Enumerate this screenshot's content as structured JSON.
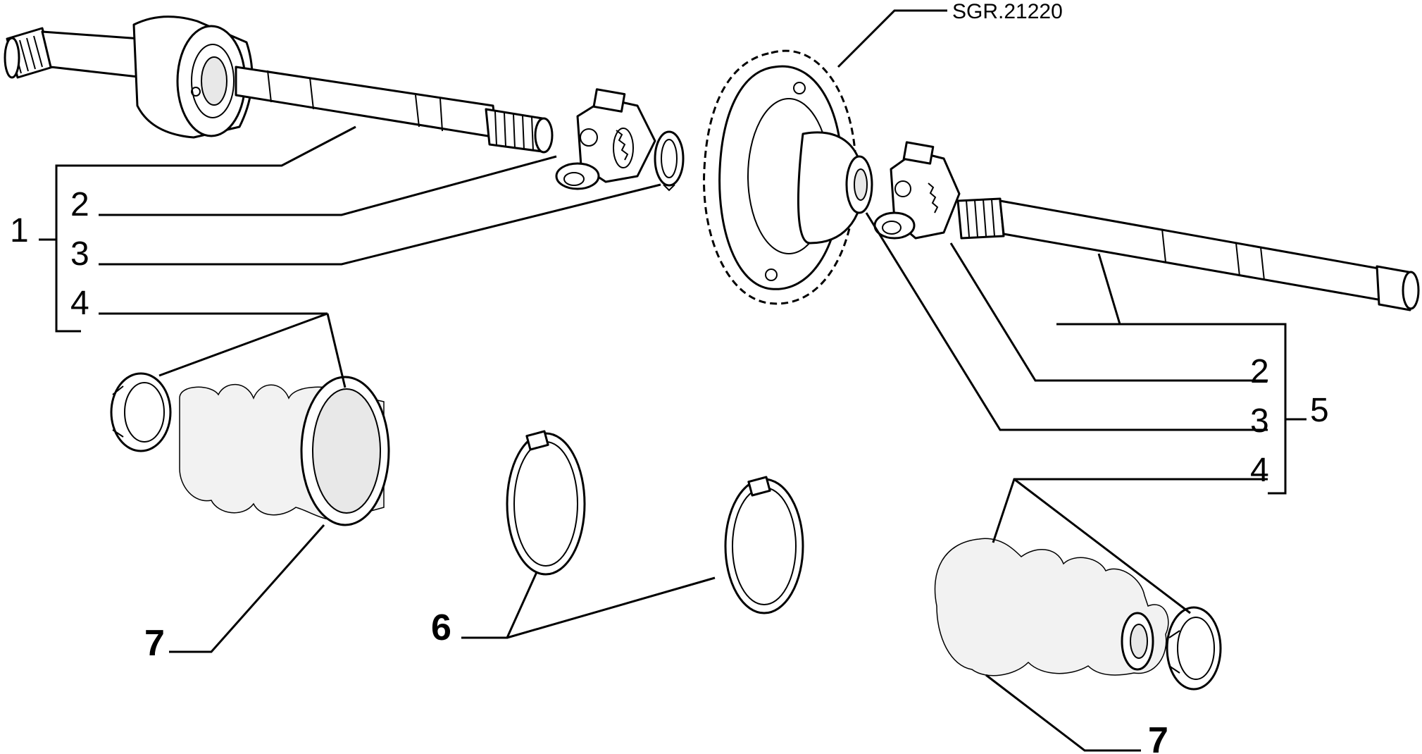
{
  "diagram": {
    "reference_code": "SGR.21220",
    "callouts": {
      "left_group": "1",
      "left_item_2": "2",
      "left_item_3": "3",
      "left_item_4": "4",
      "right_group": "5",
      "right_item_2": "2",
      "right_item_3": "3",
      "right_item_4": "4",
      "clamp_pair": "6",
      "boot_left": "7",
      "boot_right": "7"
    }
  }
}
